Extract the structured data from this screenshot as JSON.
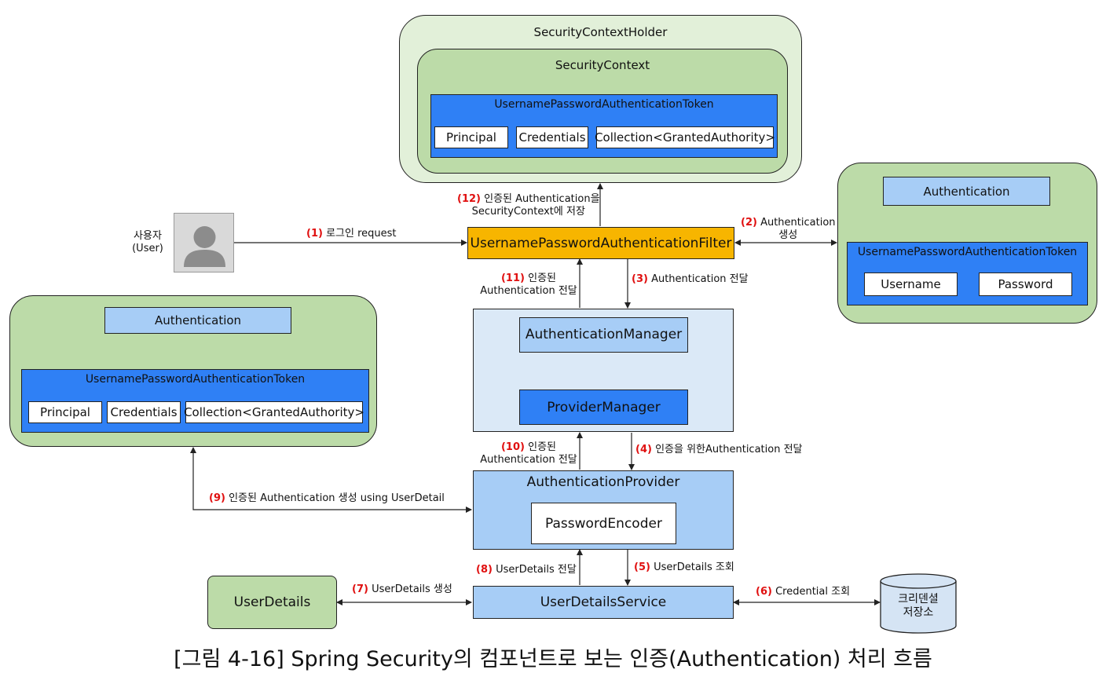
{
  "security_context_holder": {
    "title": "SecurityContextHolder",
    "context_title": "SecurityContext",
    "token_title": "UsernamePasswordAuthenticationToken",
    "fields": [
      "Principal",
      "Credentials",
      "Collection<GrantedAuthority>"
    ]
  },
  "user": {
    "label_line1": "사용자",
    "label_line2": "(User)",
    "icon": "user-avatar-icon"
  },
  "filter": {
    "label": "UsernamePasswordAuthenticationFilter"
  },
  "right_group": {
    "auth_label": "Authentication",
    "token_title": "UsernamePasswordAuthenticationToken",
    "fields": [
      "Username",
      "Password"
    ]
  },
  "left_group": {
    "auth_label": "Authentication",
    "token_title": "UsernamePasswordAuthenticationToken",
    "fields": [
      "Principal",
      "Credentials",
      "Collection<GrantedAuthority>"
    ]
  },
  "manager": {
    "auth_manager": "AuthenticationManager",
    "provider_manager": "ProviderManager"
  },
  "provider": {
    "title": "AuthenticationProvider",
    "encoder": "PasswordEncoder"
  },
  "user_details": {
    "label": "UserDetails"
  },
  "user_details_service": {
    "label": "UserDetailsService"
  },
  "store": {
    "line1": "크리덴셜",
    "line2": "저장소"
  },
  "steps": {
    "s1": {
      "num": "(1)",
      "text": "로그인 request"
    },
    "s2": {
      "num": "(2)",
      "text": "Authentication",
      "text2": "생성"
    },
    "s3": {
      "num": "(3)",
      "text": "Authentication 전달"
    },
    "s4": {
      "num": "(4)",
      "text": "인증을 위한Authentication 전달"
    },
    "s5": {
      "num": "(5)",
      "text": "UserDetails 조회"
    },
    "s6": {
      "num": "(6)",
      "text": "Credential 조회"
    },
    "s7": {
      "num": "(7)",
      "text": "UserDetails 생성"
    },
    "s8": {
      "num": "(8)",
      "text": "UserDetails 전달"
    },
    "s9": {
      "num": "(9)",
      "text": "인증된 Authentication 생성 using UserDetail"
    },
    "s10": {
      "num": "(10)",
      "text": "인증된",
      "text2": "Authentication 전달"
    },
    "s11": {
      "num": "(11)",
      "text": "인증된",
      "text2": "Authentication 전달"
    },
    "s12": {
      "num": "(12)",
      "text": "인증된 Authentication을",
      "text2": "SecurityContext에 저장"
    }
  },
  "caption": "[그림 4-16] Spring Security의 컴포넌트로 보는 인증(Authentication) 처리 흐름"
}
